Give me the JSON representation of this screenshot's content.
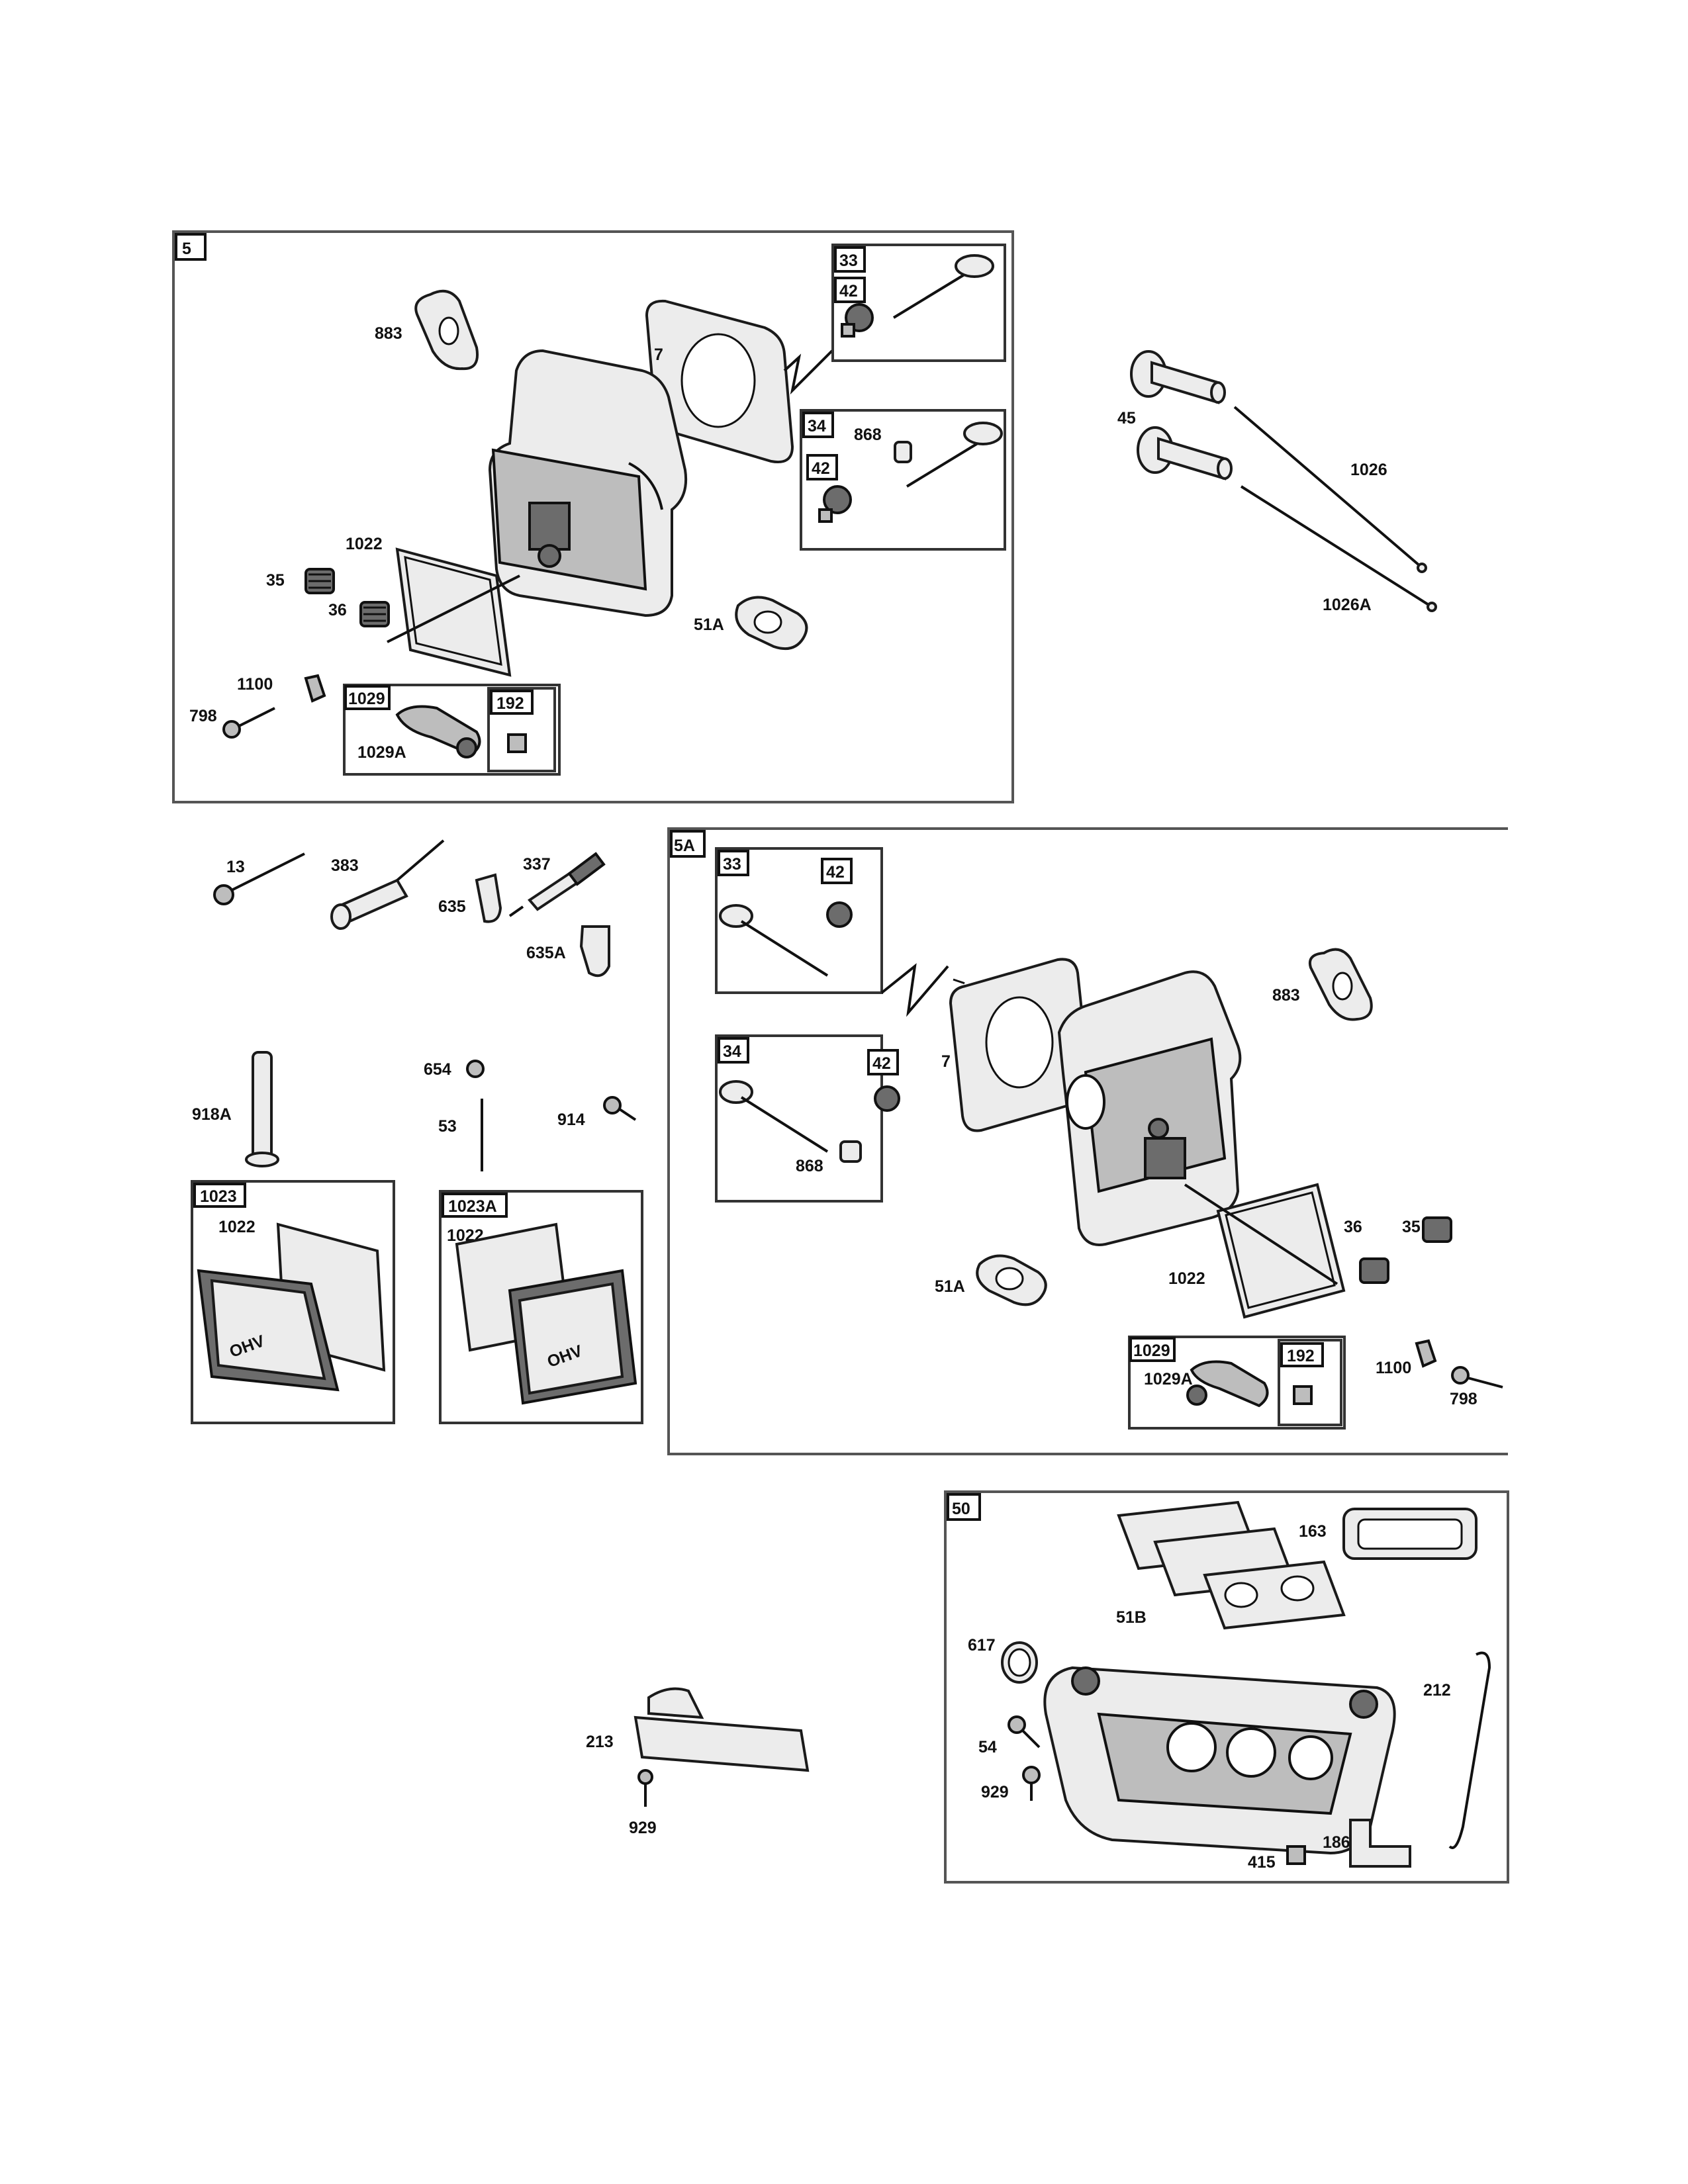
{
  "groups": {
    "g5": "5",
    "g5_33": "33",
    "g5_42a": "42",
    "g5_34": "34",
    "g5_42b": "42",
    "g5_1029": "1029",
    "g5_192": "192",
    "g5A": "5A",
    "g5A_33": "33",
    "g5A_42a": "42",
    "g5A_34": "34",
    "g5A_42b": "42",
    "g5A_1029": "1029",
    "g5A_192": "192",
    "g1023": "1023",
    "g1023A": "1023A",
    "g50": "50"
  },
  "callouts": {
    "c883_top": "883",
    "c7_top": "7",
    "c868_top": "868",
    "c1022_top": "1022",
    "c35_top": "35",
    "c36_top": "36",
    "c51A_top": "51A",
    "c1100_top": "1100",
    "c798_top": "798",
    "c1029A_top": "1029A",
    "c45": "45",
    "c1026": "1026",
    "c1026A": "1026A",
    "c13": "13",
    "c383": "383",
    "c337": "337",
    "c635": "635",
    "c635A": "635A",
    "c918A": "918A",
    "c654": "654",
    "c53": "53",
    "c914": "914",
    "c1022_a": "1022",
    "c1022_b": "1022",
    "c883_mid": "883",
    "c7_mid": "7",
    "c868_mid": "868",
    "c36_mid": "36",
    "c35_mid": "35",
    "c51A_mid": "51A",
    "c1022_mid": "1022",
    "c1029A_mid": "1029A",
    "c1100_mid": "1100",
    "c798_mid": "798",
    "c163": "163",
    "c51B": "51B",
    "c617": "617",
    "c212": "212",
    "c54": "54",
    "c929_b": "929",
    "c186": "186",
    "c415": "415",
    "c213": "213",
    "c929_a": "929"
  },
  "engine_cover_text": {
    "left": "OHV",
    "right": "OHV"
  },
  "colors": {
    "line": "#111111",
    "fill_light": "#ececec",
    "fill_dark": "#6c6c6c",
    "frame": "#555555"
  }
}
